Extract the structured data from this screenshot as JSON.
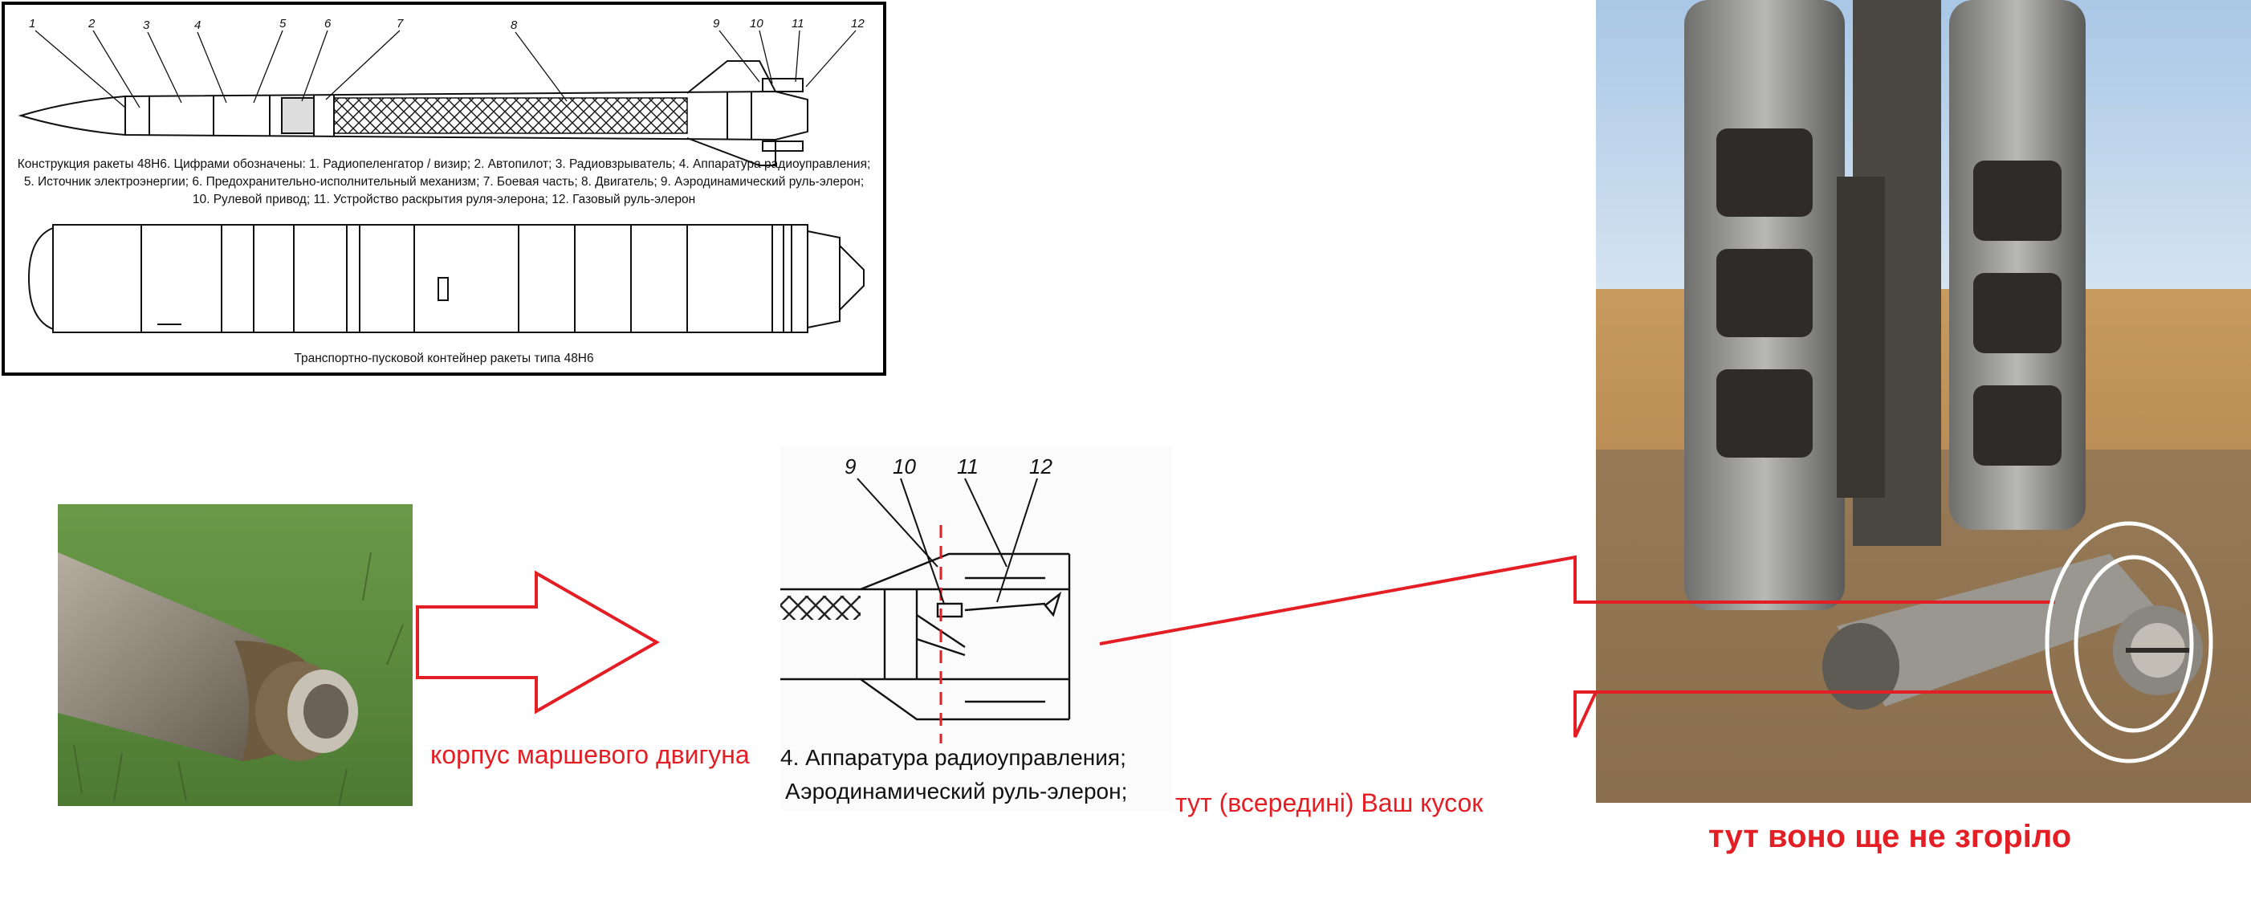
{
  "schematic": {
    "part_numbers": [
      "1",
      "2",
      "3",
      "4",
      "5",
      "6",
      "7",
      "8",
      "9",
      "10",
      "11",
      "12"
    ],
    "caption_line1": "Конструкция ракеты 48Н6. Цифрами обозначены: 1. Радиопеленгатор / визир; 2. Автопилот; 3. Радиовзрыватель; 4.  Аппаратура радиоуправления;",
    "caption_line2": "5.  Источник электроэнергии; 6.  Предохранительно-исполнительный механизм; 7.  Боевая часть; 8. Двигатель; 9.  Аэродинамический руль-элерон;",
    "caption_line3": "10. Рулевой привод; 11. Устройство раскрытия руля-элерона; 12. Газовый руль-элерон",
    "container_caption": "Транспортно-пусковой контейнер ракеты типа 48Н6"
  },
  "zoom": {
    "part_numbers": [
      "9",
      "10",
      "11",
      "12"
    ],
    "text_line1": "4.  Аппаратура радиоуправления;",
    "text_line2": "Аэродинамический руль-элерон;"
  },
  "labels": {
    "engine_casing": "корпус маршевого двигуна",
    "inside_piece": "тут (всередині) Ваш кусок",
    "not_burned": "тут воно ще не згоріло"
  },
  "colors": {
    "annotation_red": "#e31e24",
    "grass_green": "#5b8b3e"
  }
}
